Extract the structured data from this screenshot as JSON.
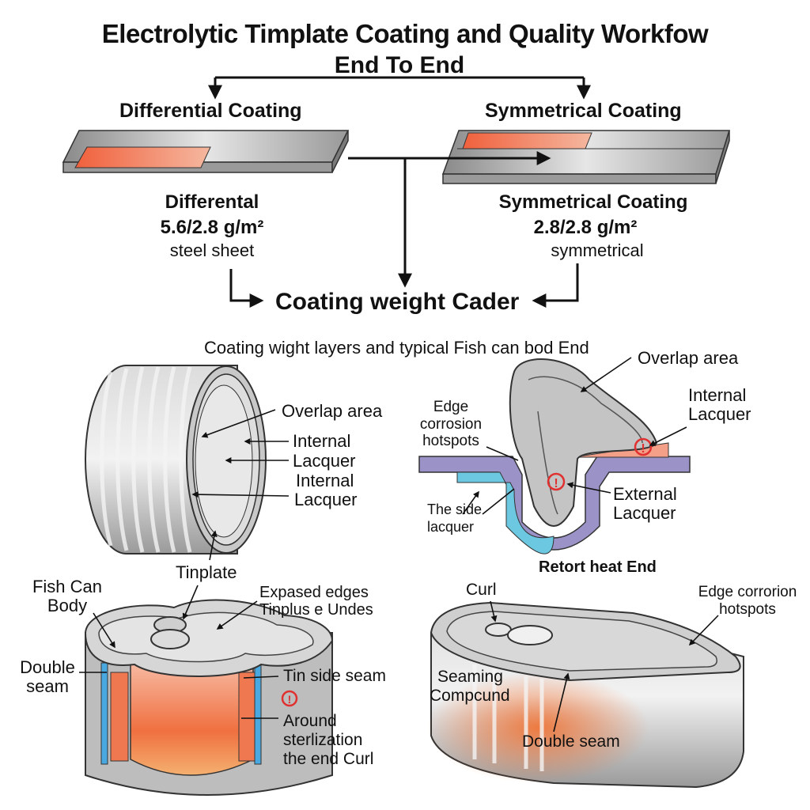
{
  "header": {
    "title": "Electrolytic Timplate Coating and Quality Workfow",
    "subtitle": "End To End"
  },
  "flow": {
    "left_branch": {
      "heading": "Differential Coating",
      "name": "Differental",
      "weight": "5.6/2.8 g/m²",
      "note": "steel sheet"
    },
    "right_branch": {
      "heading": "Symmetrical Coating",
      "name": "Symmetrical Coating",
      "weight": "2.8/2.8 g/m²",
      "note": "symmetrical"
    },
    "merge_target": "Coating weight Cader"
  },
  "section_caption": "Coating wight layers and typical Fish can bod End",
  "can_body_diagram": {
    "labels": [
      "Overlap area",
      "Internal",
      "Lacquer",
      "Internal",
      "Lacquer",
      "Tinplate"
    ]
  },
  "seam_cross_section": {
    "labels": {
      "overlap": "Overlap area",
      "internal_1": "Internal",
      "internal_2": "Lacquer",
      "edge_1": "Edge",
      "edge_2": "corrosion",
      "edge_3": "hotspots",
      "external_1": "External",
      "external_2": "Lacquer",
      "inside_1": "The side",
      "inside_2": "lacquer"
    },
    "warning_icons": 2
  },
  "fish_can_cutaway": {
    "labels": {
      "body_1": "Fish Can",
      "body_2": "Body",
      "exposed_1": "Expased edges",
      "exposed_2": "Tinplus e Undes",
      "double_1": "Double",
      "double_2": "seam",
      "side_seam": "Tin side seam",
      "around_1": "Around",
      "around_2": "sterlization",
      "around_3": "the end Curl"
    }
  },
  "oval_can": {
    "title": "Retort heat End",
    "labels": {
      "curl": "Curl",
      "edge_1": "Edge corrorion",
      "edge_2": "hotspots",
      "seaming_1": "Seaming",
      "seaming_2": "Compcund",
      "double_seam": "Double seam"
    }
  },
  "colors": {
    "coating_orange": "#f07850",
    "steel_gray": "#b8b8b8",
    "purple_layer": "#9b93c8",
    "cyan_layer": "#6cc7e0",
    "warning_red": "#e03030",
    "seam_blue": "#4aa8e0"
  }
}
